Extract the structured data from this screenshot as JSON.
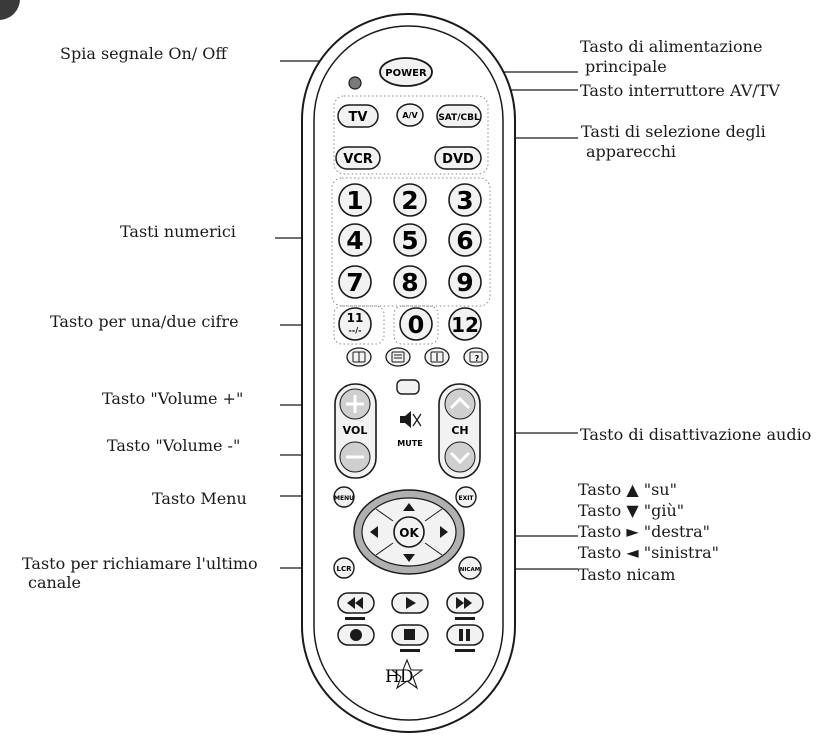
{
  "labels": {
    "spia": "Spia segnale On/ Off",
    "numerici": "Tasti numerici",
    "cifre": "Tasto per una/due cifre",
    "vol_plus": "Tasto \"Volume +\"",
    "vol_minus": "Tasto \"Volume -\"",
    "menu": "Tasto Menu",
    "lcr_line1": "Tasto per richiamare l'ultimo",
    "lcr_line2": "canale",
    "alimentazione_line1": "Tasto di alimentazione",
    "alimentazione_line2": "principale",
    "av_tv": "Tasto interruttore AV/TV",
    "selezione_line1": "Tasti di selezione degli",
    "selezione_line2": "apparecchi",
    "mute": "Tasto di disattivazione audio",
    "su": "Tasto ▲ \"su\"",
    "giu": "Tasto ▼ \"giù\"",
    "destra": "Tasto ► \"destra\"",
    "sinistra": "Tasto ◄ \"sinistra\"",
    "nicam": "Tasto nicam"
  },
  "remote": {
    "power": "POWER",
    "av": "A/V",
    "tv": "TV",
    "sat": "SAT/CBL",
    "vcr": "VCR",
    "dvd": "DVD",
    "digits": [
      "1",
      "2",
      "3",
      "4",
      "5",
      "6",
      "7",
      "8",
      "9"
    ],
    "zero": "0",
    "twelve": "12",
    "eleven_top": "11",
    "eleven_bottom": "--/-",
    "vol": "VOL",
    "ch": "CH",
    "mute": "MUTE",
    "menu": "MENU",
    "exit": "EXIT",
    "ok": "OK",
    "lcr": "LCR",
    "nicam": "NICAM",
    "logo": "HD"
  },
  "icons": [
    "teletext-mix-icon",
    "teletext-icon",
    "teletext-size-icon",
    "teletext-reveal-icon",
    "plus-icon",
    "minus-icon",
    "up-arrow-icon",
    "down-arrow-icon",
    "mute-icon",
    "rewind-icon",
    "play-icon",
    "fast-forward-icon",
    "record-icon",
    "stop-icon",
    "pause-icon",
    "star-logo-icon"
  ],
  "colors": {
    "outline": "#1a1a1a",
    "button_fill": "#f2f2f2",
    "led": "#7a7a7a",
    "ring": "#b0b0b0"
  }
}
